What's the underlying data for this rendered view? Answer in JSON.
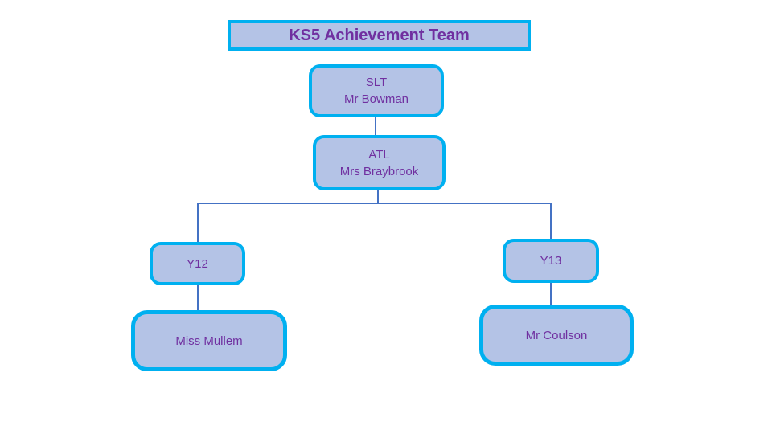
{
  "diagram": {
    "title": "KS5 Achievement Team",
    "nodes": {
      "slt": {
        "role": "SLT",
        "name": "Mr Bowman"
      },
      "atl": {
        "role": "ATL",
        "name": "Mrs Braybrook"
      },
      "y12": {
        "label": "Y12"
      },
      "y13": {
        "label": "Y13"
      },
      "y12_lead": {
        "label": "Miss Mullem"
      },
      "y13_lead": {
        "label": "Mr Coulson"
      }
    },
    "colors": {
      "box_fill": "#b4c3e6",
      "box_border": "#00b0f0",
      "text": "#7030a0",
      "connector": "#4472c4",
      "background": "#ffffff"
    }
  }
}
